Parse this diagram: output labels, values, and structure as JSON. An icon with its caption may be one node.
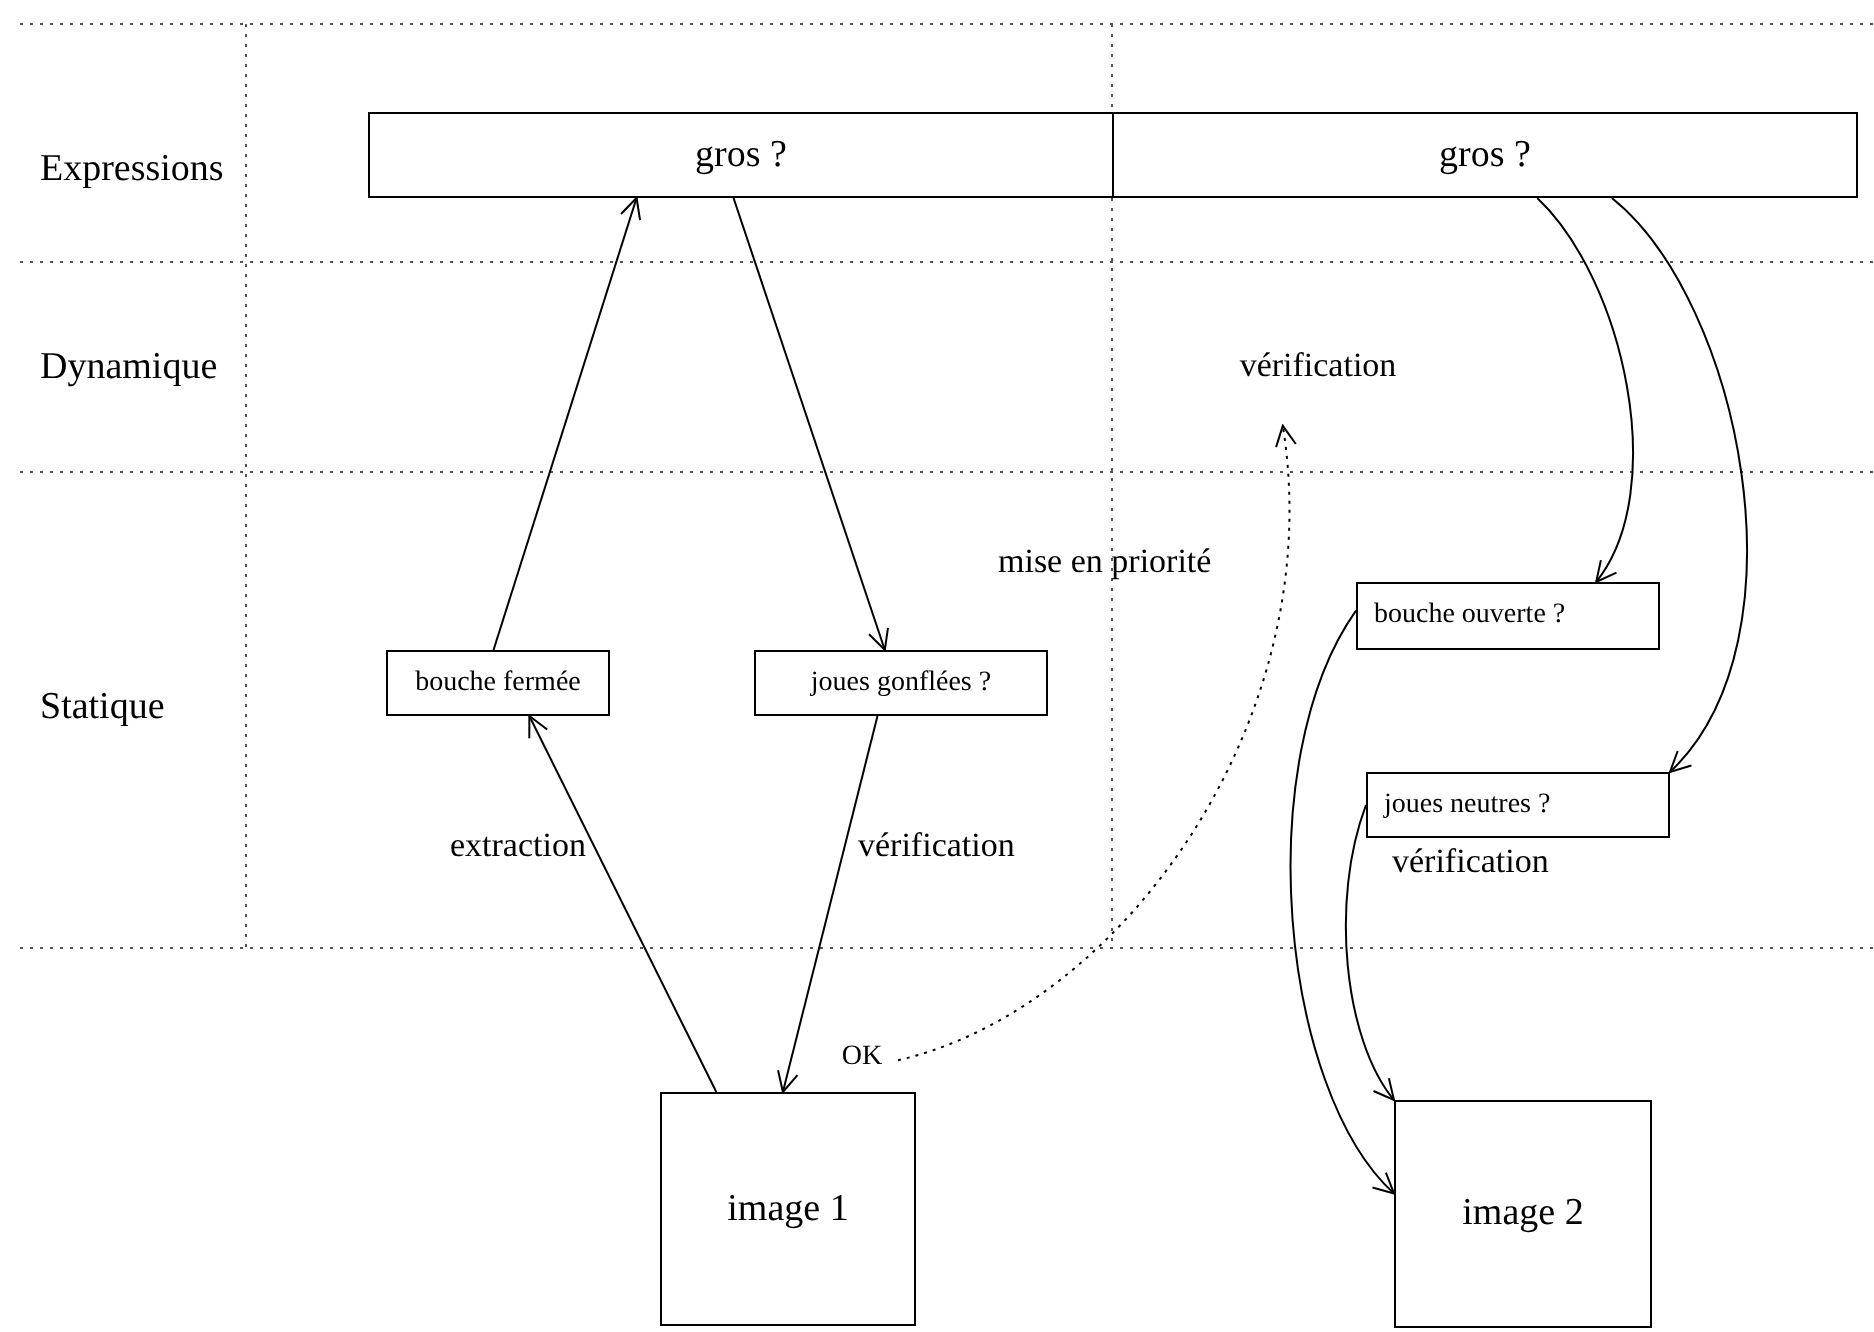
{
  "diagram": {
    "nodes": [
      {
        "text": [
          "gros ?"
        ]
      },
      {
        "text": [
          "gros ?"
        ]
      },
      {
        "text": [
          "bouche fermée"
        ]
      },
      {
        "text": [
          "joues gonflées ?"
        ]
      },
      {
        "text": [
          "bouche ouverte ?"
        ]
      },
      {
        "text": [
          "joues neutres ?"
        ]
      },
      {
        "text": [
          "image 1"
        ]
      },
      {
        "text": [
          "image 2"
        ]
      },
      {
        "text": [
          "OK"
        ]
      },
      {
        "text": [
          "vérification"
        ]
      }
    ],
    "edges": [
      {
        "from": 2,
        "to": 0,
        "arrow": "to"
      },
      {
        "from": 0,
        "to": 3,
        "arrow": "to"
      },
      {
        "from": 6,
        "to": 2,
        "arrow": "to",
        "label": "extraction"
      },
      {
        "from": 3,
        "to": 6,
        "arrow": "to",
        "label": "vérification"
      },
      {
        "from": 1,
        "to": 4,
        "arrow": "to"
      },
      {
        "from": 1,
        "to": 5,
        "arrow": "to"
      },
      {
        "from": 4,
        "to": 7,
        "arrow": "to"
      },
      {
        "from": 5,
        "to": 7,
        "arrow": "to",
        "label": "vérification"
      },
      {
        "from": 8,
        "to": 9,
        "arrow": "to",
        "label": "mise en priorité",
        "style": "dashed"
      }
    ],
    "labels": [
      "Expressions",
      "Dynamique",
      "Statique"
    ]
  }
}
